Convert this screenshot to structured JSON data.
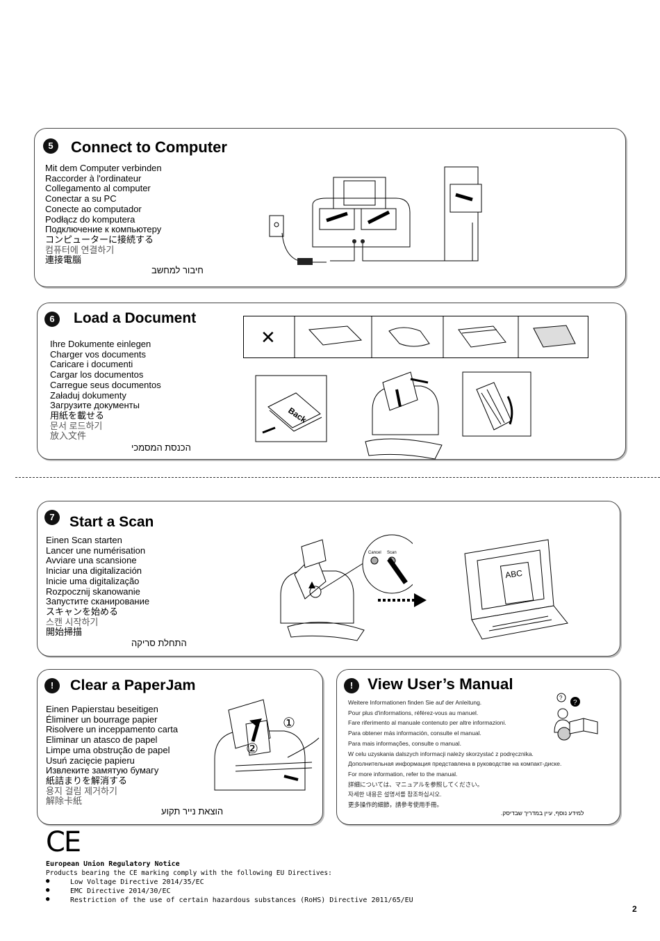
{
  "sections": {
    "connect": {
      "number": "5",
      "title": "Connect to Computer",
      "lines": [
        "Mit dem Computer verbinden",
        "Raccorder à l'ordinateur",
        "Collegamento al computer",
        "Conectar a su PC",
        "Conecte ao computador",
        "Podłącz do komputera",
        "Подключение к компьютеру",
        "コンピューターに接続する",
        "컴퓨터에 연결하기",
        "連接電腦"
      ],
      "hebrew": "חיבור למחשב"
    },
    "load": {
      "number": "6",
      "title": "Load a Document",
      "lines": [
        "Ihre Dokumente einlegen",
        "Charger vos documents",
        "Caricare i documenti",
        "Cargar los documentos",
        "Carregue seus documentos",
        "Załaduj dokumenty",
        "Загрузите документы",
        "用紙を載せる",
        "문서 로드하기",
        "放入文件"
      ],
      "hebrew": "הכנסת המסמכי",
      "illustration_text": "Back"
    },
    "scan": {
      "number": "7",
      "title": "Start a Scan",
      "lines": [
        "Einen Scan starten",
        "Lancer une numérisation",
        "Avviare una scansione",
        "Iniciar una digitalización",
        "Inicie uma digitalização",
        "Rozpocznij skanowanie",
        "Запустите сканирование",
        "スキャンを始める",
        "스캔 시작하기",
        "開始掃描"
      ],
      "hebrew": "התחלת סריקה",
      "button_labels": [
        "Cancel",
        "Scan"
      ],
      "screen_text": "ABC"
    },
    "jam": {
      "number": "!",
      "title": "Clear a PaperJam",
      "lines": [
        "Einen Papierstau beseitigen",
        "Éliminer un bourrage papier",
        "Risolvere un inceppamento carta",
        "Eliminar un atasco de papel",
        "Limpe uma obstrução de papel",
        "Usuń zacięcie papieru",
        "Извлеките замятую бумагу",
        "紙詰まりを解消する",
        "용지 걸림 제거하기",
        "解除卡紙"
      ],
      "hebrew": "הוצאת נייר תקוע",
      "steps": [
        "①",
        "②"
      ]
    },
    "manual": {
      "number": "!",
      "title": "View User’s Manual",
      "lines": [
        "Weitere Informationen finden Sie auf der Anleitung.",
        "Pour plus d'informations, référez-vous au manuel.",
        "Fare riferimento al manuale contenuto per altre informazioni.",
        "Para obtener más información, consulte el manual.",
        "Para mais informações, consulte o manual.",
        "W celu uzyskania dalszych informacji należy skorzystać z podręcznika.",
        "Дополнительная информация представлена в руководстве на компакт-диске.",
        "For more information, refer to the manual.",
        "詳細については、マニュアルを参照してください。",
        "자세한 내용은 설명서를 참조하십시오.",
        "更多操作的細節，請參考使用手冊。"
      ],
      "hebrew": "למידע נוסף, עיין במדריך שבדיסק."
    }
  },
  "ce_mark": "CE",
  "eu_notice": {
    "heading": "European Union Regulatory Notice",
    "intro": "Products bearing the CE marking comply with the following EU Directives:",
    "items": [
      "Low Voltage Directive 2014/35/EC",
      "EMC Directive 2014/30/EC",
      "Restriction of the use of certain hazardous substances (RoHS) Directive 2011/65/EU"
    ]
  },
  "page_number": "2"
}
